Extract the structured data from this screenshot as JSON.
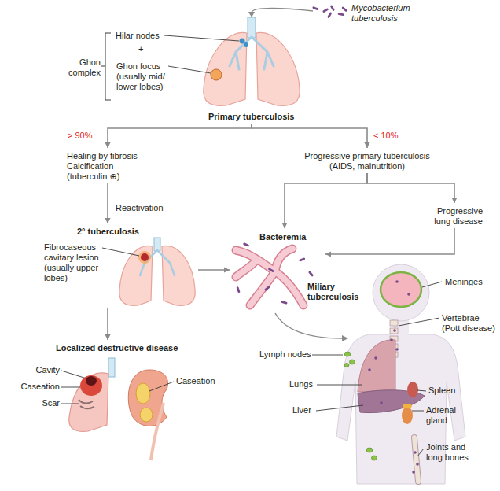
{
  "diagram": {
    "nodes": [
      {
        "text": [
          "Primary tuberculosis"
        ]
      },
      {
        "text": [
          "Healing by fibrosis Calcification (tuberculin ⊕)"
        ]
      },
      {
        "text": [
          "Progressive primary tuberculosis (AIDS, malnutrition)"
        ]
      },
      {
        "text": [
          "Progressive lung disease"
        ]
      },
      {
        "text": [
          "2° tuberculosis"
        ]
      },
      {
        "text": [
          "Bacteremia"
        ]
      },
      {
        "text": [
          "Localized destructive disease"
        ]
      }
    ],
    "edges": [
      {
        "from": 0,
        "to": 1,
        "arrow": "to",
        "label": "> 90%"
      },
      {
        "from": 0,
        "to": 2,
        "arrow": "to",
        "label": "< 10%"
      },
      {
        "from": 1,
        "to": 4,
        "arrow": "to",
        "label": "Reactivation"
      },
      {
        "from": 2,
        "to": 5,
        "arrow": "to"
      },
      {
        "from": 2,
        "to": 3,
        "arrow": "to"
      },
      {
        "from": 3,
        "to": 5,
        "arrow": "to"
      },
      {
        "from": 4,
        "to": 5,
        "arrow": "to"
      },
      {
        "from": 4,
        "to": 6,
        "arrow": "to"
      }
    ],
    "labels": [
      "Mycobacterium tuberculosis",
      "Hilar nodes",
      "+",
      "Ghon complex",
      "Ghon focus (usually mid/ lower lobes)",
      "Fibrocaseous cavitary lesion (usually upper lobes)",
      "Miliary tuberculosis",
      "Meninges",
      "Vertebrae (Pott disease)",
      "Lymph nodes",
      "Lungs",
      "Cavity",
      "Caseation",
      "Caseation",
      "Spleen",
      "Scar",
      "Liver",
      "Adrenal gland",
      "Joints and long bones"
    ]
  }
}
